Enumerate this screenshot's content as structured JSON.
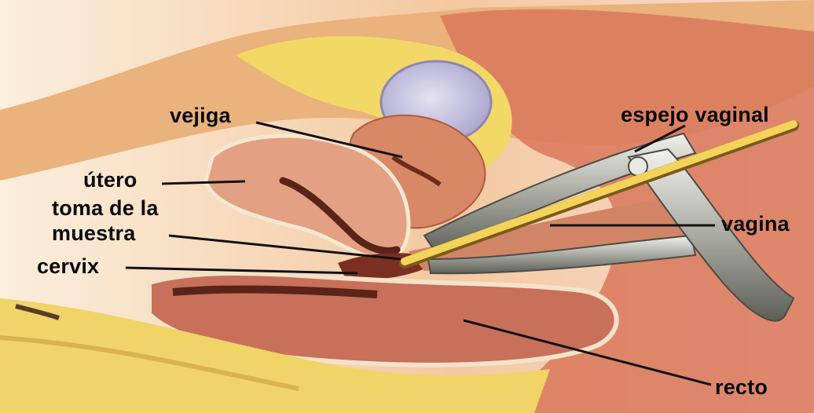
{
  "labels": {
    "vejiga": "vejiga",
    "utero": "útero",
    "toma_line1": "toma de la",
    "toma_line2": "muestra",
    "cervix": "cervix",
    "espejo": "espejo vaginal",
    "vagina": "vagina",
    "recto": "recto"
  },
  "colors": {
    "label_text": "#0a0a0a",
    "leader_line": "#111111",
    "skin": "#e8b07a",
    "tissue_pink": "#d98a6e",
    "fat_yellow": "#f0d86a",
    "bladder_lavender": "#c9c6e0",
    "speculum_steel": "#b8b8b0",
    "swab_yellow": "#f4d35a",
    "dark_cavity": "#6e2a1e"
  }
}
